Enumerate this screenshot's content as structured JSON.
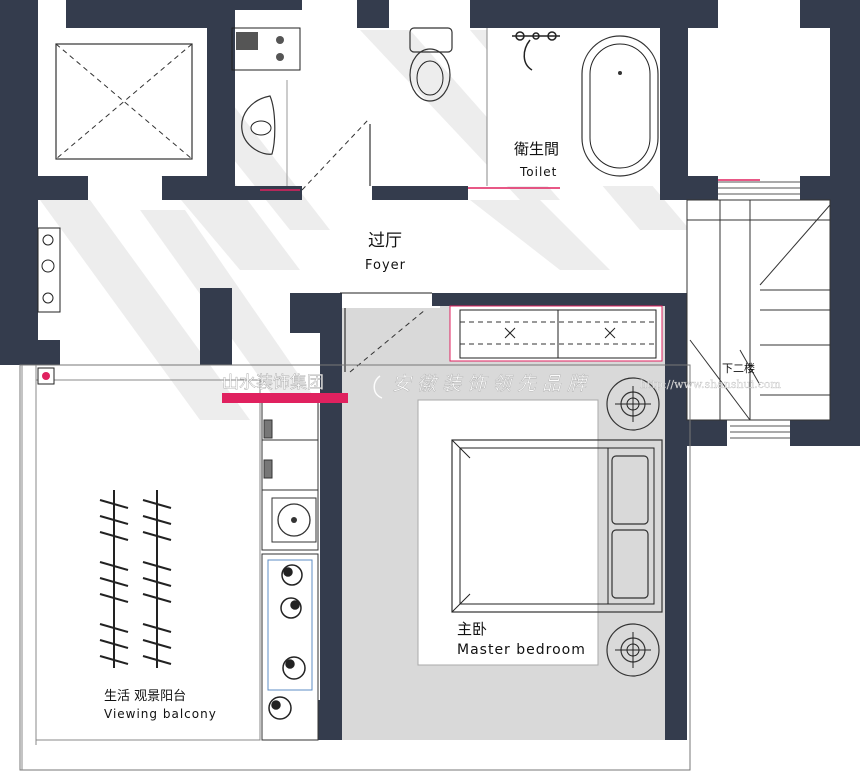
{
  "rooms": {
    "toilet_zh": "衛生間",
    "toilet_en": "Toilet",
    "foyer_zh": "过厅",
    "foyer_en": "Foyer",
    "bedroom_zh": "主卧",
    "bedroom_en": "Master bedroom",
    "balcony_zh": "生活 观景阳台",
    "balcony_en": "Viewing balcony",
    "stairs_zh": "下二楼"
  },
  "watermark": {
    "company": "山水装饰集团",
    "slogan": "安徽装饰领先品牌",
    "url": "http://www.shanshui.com"
  },
  "colors": {
    "wall": "#343c4d",
    "floor_gray": "#d9d9d9",
    "shadow_gray": "#dcdcdc",
    "accent_red": "#e0215f"
  }
}
